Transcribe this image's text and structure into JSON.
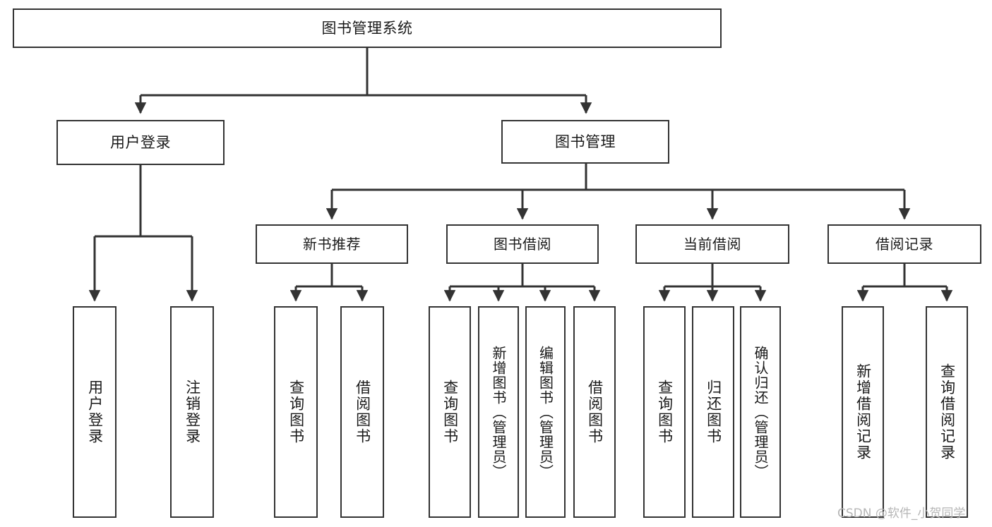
{
  "diagram": {
    "type": "tree-hierarchy",
    "title": "图书管理系统",
    "root": {
      "id": "root",
      "label": "图书管理系统"
    },
    "level1": [
      {
        "id": "user-login",
        "label": "用户登录"
      },
      {
        "id": "book-manage",
        "label": "图书管理"
      }
    ],
    "level2": [
      {
        "id": "new-book-recommend",
        "label": "新书推荐",
        "parent": "book-manage"
      },
      {
        "id": "book-borrow",
        "label": "图书借阅",
        "parent": "book-manage"
      },
      {
        "id": "current-borrow",
        "label": "当前借阅",
        "parent": "book-manage"
      },
      {
        "id": "borrow-record",
        "label": "借阅记录",
        "parent": "book-manage"
      }
    ],
    "leaves": [
      {
        "id": "leaf-user-login",
        "label": "用户登录",
        "parent": "user-login"
      },
      {
        "id": "leaf-user-logout",
        "label": "注销登录",
        "parent": "user-login"
      },
      {
        "id": "leaf-query-book-1",
        "label": "查询图书",
        "parent": "new-book-recommend"
      },
      {
        "id": "leaf-borrow-book-1",
        "label": "借阅图书",
        "parent": "new-book-recommend"
      },
      {
        "id": "leaf-query-book-2",
        "label": "查询图书",
        "parent": "book-borrow"
      },
      {
        "id": "leaf-add-book",
        "label": "新增图书（管理员）",
        "parent": "book-borrow"
      },
      {
        "id": "leaf-edit-book",
        "label": "编辑图书（管理员）",
        "parent": "book-borrow"
      },
      {
        "id": "leaf-borrow-book-2",
        "label": "借阅图书",
        "parent": "book-borrow"
      },
      {
        "id": "leaf-query-book-3",
        "label": "查询图书",
        "parent": "current-borrow"
      },
      {
        "id": "leaf-return-book",
        "label": "归还图书",
        "parent": "current-borrow"
      },
      {
        "id": "leaf-confirm-return",
        "label": "确认归还（管理员）",
        "parent": "current-borrow"
      },
      {
        "id": "leaf-add-record",
        "label": "新增借阅记录",
        "parent": "borrow-record"
      },
      {
        "id": "leaf-query-record",
        "label": "查询借阅记录",
        "parent": "borrow-record"
      }
    ],
    "colors": {
      "stroke": "#333333",
      "fill": "#ffffff",
      "text": "#1a1a1a",
      "watermark": "#b6b6b6"
    }
  },
  "watermark": {
    "text": "CSDN @软件_小贺同学"
  }
}
